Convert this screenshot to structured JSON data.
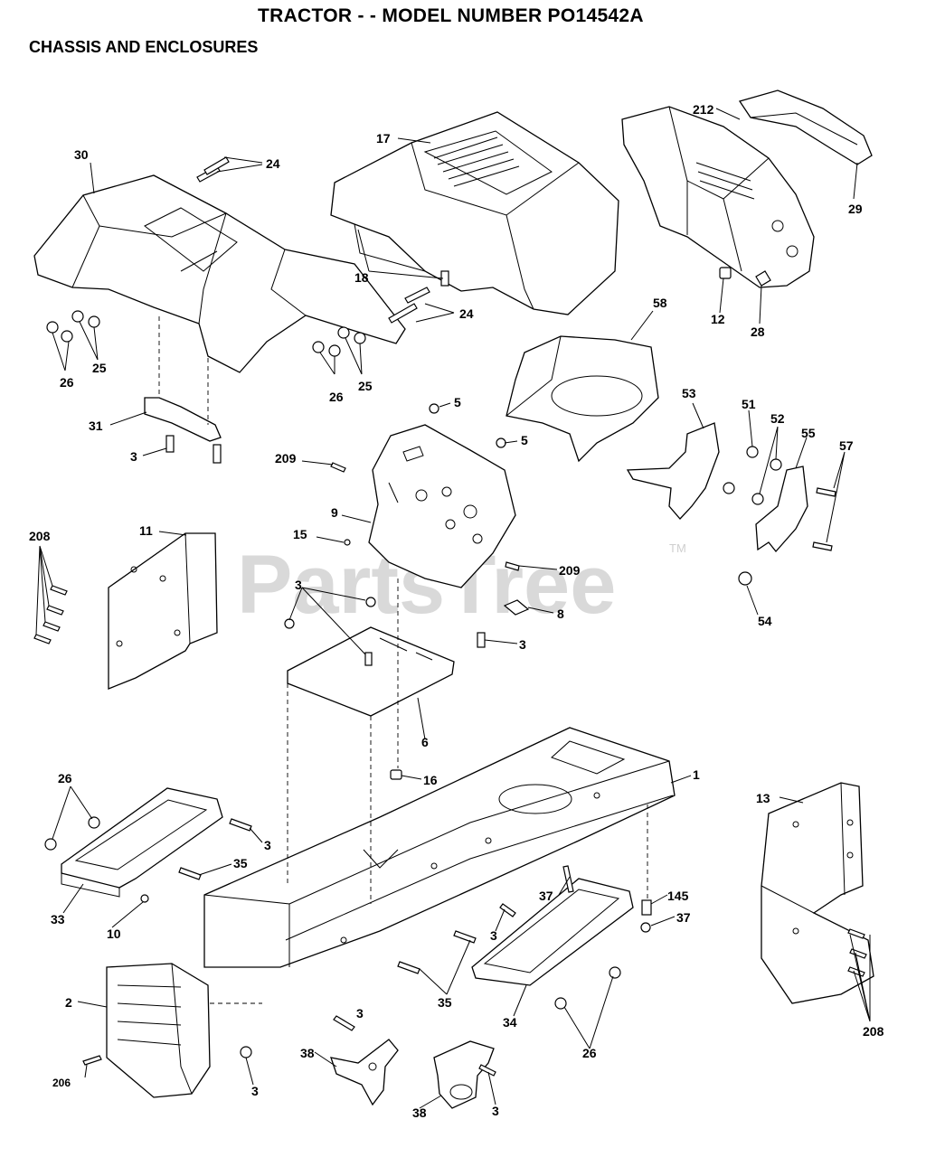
{
  "header": {
    "title": "TRACTOR - - MODEL NUMBER PO14542A",
    "subtitle": "CHASSIS AND ENCLOSURES"
  },
  "watermark": {
    "text": "PartsTree",
    "mark": "TM"
  },
  "callouts": [
    {
      "id": "c30",
      "text": "30"
    },
    {
      "id": "c24a",
      "text": "24"
    },
    {
      "id": "c17",
      "text": "17"
    },
    {
      "id": "c212",
      "text": "212"
    },
    {
      "id": "c29",
      "text": "29"
    },
    {
      "id": "c18",
      "text": "18"
    },
    {
      "id": "c24b",
      "text": "24"
    },
    {
      "id": "c12",
      "text": "12"
    },
    {
      "id": "c28",
      "text": "28"
    },
    {
      "id": "c58",
      "text": "58"
    },
    {
      "id": "c26a",
      "text": "26"
    },
    {
      "id": "c25a",
      "text": "25"
    },
    {
      "id": "c26b",
      "text": "26"
    },
    {
      "id": "c25b",
      "text": "25"
    },
    {
      "id": "c5a",
      "text": "5"
    },
    {
      "id": "c5b",
      "text": "5"
    },
    {
      "id": "c53",
      "text": "53"
    },
    {
      "id": "c51",
      "text": "51"
    },
    {
      "id": "c52",
      "text": "52"
    },
    {
      "id": "c55",
      "text": "55"
    },
    {
      "id": "c57",
      "text": "57"
    },
    {
      "id": "c31",
      "text": "31"
    },
    {
      "id": "c3a",
      "text": "3"
    },
    {
      "id": "c209a",
      "text": "209"
    },
    {
      "id": "c9",
      "text": "9"
    },
    {
      "id": "c208a",
      "text": "208"
    },
    {
      "id": "c11",
      "text": "11"
    },
    {
      "id": "c15",
      "text": "15"
    },
    {
      "id": "c209b",
      "text": "209"
    },
    {
      "id": "c3b",
      "text": "3"
    },
    {
      "id": "c8",
      "text": "8"
    },
    {
      "id": "c3c",
      "text": "3"
    },
    {
      "id": "c54",
      "text": "54"
    },
    {
      "id": "c6",
      "text": "6"
    },
    {
      "id": "c16",
      "text": "16"
    },
    {
      "id": "c1",
      "text": "1"
    },
    {
      "id": "c26c",
      "text": "26"
    },
    {
      "id": "c13",
      "text": "13"
    },
    {
      "id": "c3d",
      "text": "3"
    },
    {
      "id": "c35a",
      "text": "35"
    },
    {
      "id": "c33",
      "text": "33"
    },
    {
      "id": "c10",
      "text": "10"
    },
    {
      "id": "c37a",
      "text": "37"
    },
    {
      "id": "c145",
      "text": "145"
    },
    {
      "id": "c37b",
      "text": "37"
    },
    {
      "id": "c3e",
      "text": "3"
    },
    {
      "id": "c35b",
      "text": "35"
    },
    {
      "id": "c2",
      "text": "2"
    },
    {
      "id": "c34",
      "text": "34"
    },
    {
      "id": "c3f",
      "text": "3"
    },
    {
      "id": "c208b",
      "text": "208"
    },
    {
      "id": "c26d",
      "text": "26"
    },
    {
      "id": "c38a",
      "text": "38"
    },
    {
      "id": "c206",
      "text": "206"
    },
    {
      "id": "c3g",
      "text": "3"
    },
    {
      "id": "c38b",
      "text": "38"
    },
    {
      "id": "c3h",
      "text": "3"
    }
  ]
}
